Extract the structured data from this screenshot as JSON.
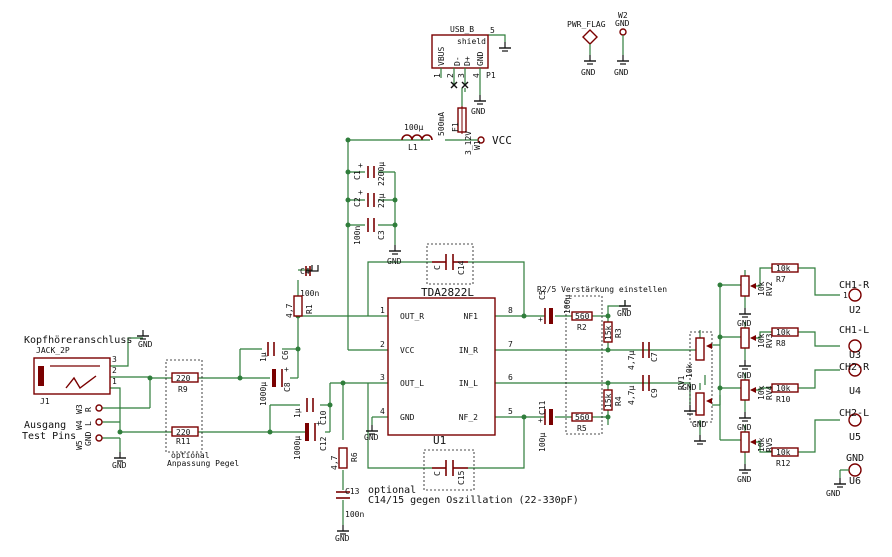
{
  "chip": {
    "ref": "U1",
    "value": "TDA2822L",
    "left_pins": [
      {
        "num": "1",
        "name": "OUT_R"
      },
      {
        "num": "2",
        "name": "VCC"
      },
      {
        "num": "3",
        "name": "OUT_L"
      },
      {
        "num": "4",
        "name": "GND"
      }
    ],
    "right_pins": [
      {
        "num": "8",
        "name": "NF1"
      },
      {
        "num": "7",
        "name": "IN_R"
      },
      {
        "num": "6",
        "name": "IN_L"
      },
      {
        "num": "5",
        "name": "NF_2"
      }
    ]
  },
  "usb": {
    "value": "USB_B",
    "ref": "P1",
    "shield": "shield",
    "pin5": "5",
    "pins": [
      "VBUS",
      "D-",
      "D+",
      "GND"
    ],
    "pin_nums": [
      "1",
      "2",
      "3",
      "4"
    ]
  },
  "pwr_flag": {
    "label": "PWR_FLAG"
  },
  "w2": {
    "ref": "W2",
    "sub": "GND"
  },
  "fuse": {
    "ref": "F1",
    "value": "500mA"
  },
  "vcc": {
    "label": "VCC",
    "ref": "W1",
    "pin": "3_12V"
  },
  "l1": {
    "ref": "L1",
    "value": "100µ"
  },
  "caps": {
    "c1": {
      "ref": "C1",
      "value": "2200µ"
    },
    "c2": {
      "ref": "C2",
      "value": "22µ"
    },
    "c3": {
      "ref": "C3",
      "value": "100n"
    },
    "c4": {
      "ref": "C4"
    },
    "c4v": {
      "value": "100n"
    },
    "c5": {
      "ref": "C5",
      "value": "100µ"
    },
    "c6": {
      "ref": "C6",
      "value": "1µ"
    },
    "c7": {
      "ref": "C7",
      "value": "4,7µ"
    },
    "c8": {
      "ref": "C8",
      "value": "1000µ"
    },
    "c9": {
      "ref": "C9",
      "value": "4,7µ"
    },
    "c10": {
      "ref": "C10",
      "value": "1µ"
    },
    "c11": {
      "ref": "C11",
      "value": "100µ"
    },
    "c12": {
      "ref": "C12",
      "value": "1000µ"
    },
    "c13": {
      "ref": "C13",
      "value": "100n"
    },
    "c14": {
      "ref": "C14",
      "value": "C"
    },
    "c15": {
      "ref": "C15",
      "value": "C"
    }
  },
  "res": {
    "r1": {
      "ref": "R1",
      "value": "4,7"
    },
    "r2": {
      "ref": "R2",
      "value": "560"
    },
    "r3": {
      "ref": "R3",
      "value": "15k"
    },
    "r4": {
      "ref": "R4",
      "value": "15k"
    },
    "r5": {
      "ref": "R5",
      "value": "560"
    },
    "r6": {
      "ref": "R6",
      "value": "4,7"
    },
    "r7": {
      "ref": "R7",
      "value": "10k"
    },
    "r8": {
      "ref": "R8",
      "value": "10k"
    },
    "r9": {
      "ref": "R9",
      "value": "220"
    },
    "r10": {
      "ref": "R10",
      "value": "10k"
    },
    "r11": {
      "ref": "R11",
      "value": "220"
    },
    "r12": {
      "ref": "R12",
      "value": "10k"
    }
  },
  "pots": {
    "rv1": {
      "ref": "RV1",
      "value": "10k"
    },
    "rv2": {
      "ref": "RV2",
      "value": "10k"
    },
    "rv3": {
      "ref": "RV3",
      "value": "10k"
    },
    "rv4": {
      "ref": "RV4",
      "value": "10k"
    },
    "rv5": {
      "ref": "RV5",
      "value": "10k"
    }
  },
  "outputs": [
    {
      "label": "CH1-R",
      "ref": "U2"
    },
    {
      "label": "CH1-L",
      "ref": "U3"
    },
    {
      "label": "CH2-R",
      "ref": "U4"
    },
    {
      "label": "CH2-L",
      "ref": "U5"
    },
    {
      "label": "GND",
      "ref": "U6"
    }
  ],
  "jack": {
    "title": "Kopfhöreranschluss",
    "value": "JACK_2P",
    "ref": "J1",
    "pins": [
      "3",
      "2",
      "1"
    ]
  },
  "testpins": {
    "title1": "Ausgang",
    "title2": "Test Pins",
    "w3": "W3",
    "w3s": "R",
    "w4": "W4",
    "w4s": "L",
    "w5": "W5",
    "w5s": "GND"
  },
  "notes": {
    "gain": "R2/5 Verstärkung einstellen",
    "opt1": "optional",
    "opt2": "Anpassung Pegel",
    "osc1": "optional",
    "osc2": "C14/15 gegen Oszillation (22-330pF)"
  },
  "gnd": "GND",
  "pin1": "1",
  "pin2": "2",
  "pin3": "3"
}
